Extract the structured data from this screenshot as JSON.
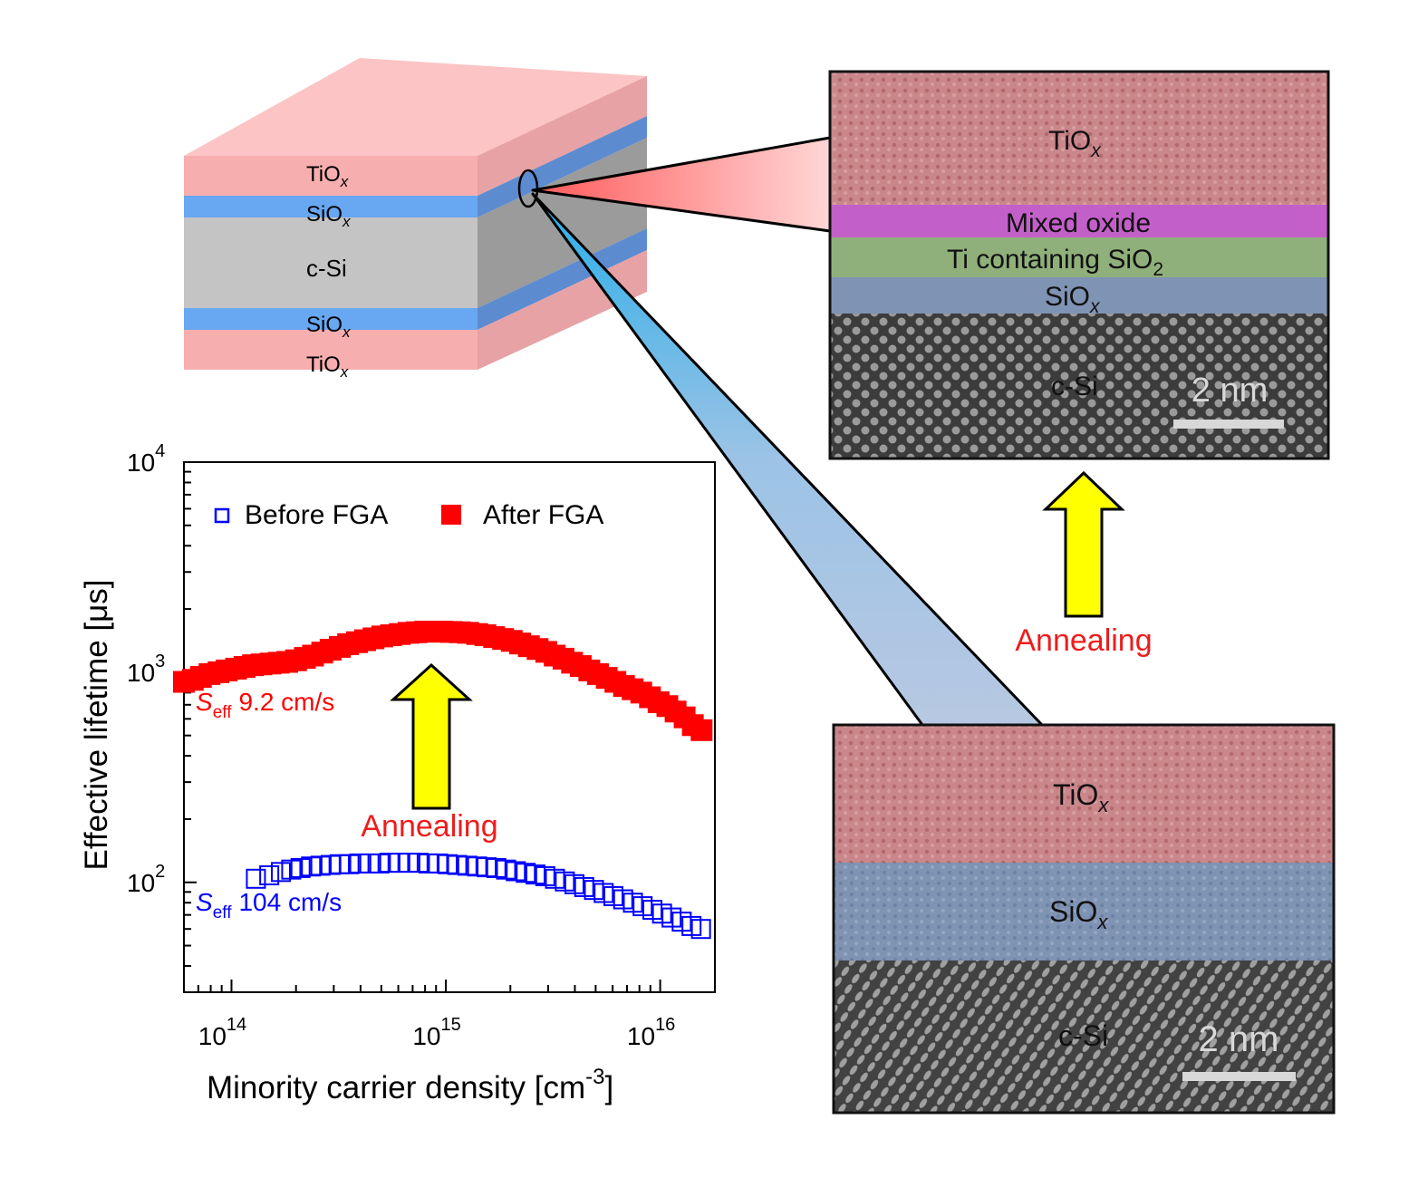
{
  "stack": {
    "layers": [
      "TiOx",
      "SiOx",
      "c-Si",
      "SiOx",
      "TiOx"
    ],
    "label_top_tio": "TiO",
    "label_top_sio": "SiO",
    "label_csi": "c-Si",
    "label_bot_sio": "SiO",
    "label_bot_tio": "TiO",
    "sub_x": "x"
  },
  "tem_after": {
    "label_tio": "TiO",
    "label_mixed": "Mixed oxide",
    "label_ti_sio2": "Ti containing SiO",
    "sub_2": "2",
    "label_sio": "SiO",
    "label_csi": "c-Si",
    "scale_bar": "2 nm",
    "sub_x": "x"
  },
  "tem_before": {
    "label_tio": "TiO",
    "label_sio": "SiO",
    "label_csi": "c-Si",
    "scale_bar": "2 nm",
    "sub_x": "x"
  },
  "annealing_label_tem": "Annealing",
  "annealing_label_chart": "Annealing",
  "colors": {
    "after": "#ff0000",
    "before": "#0000ff",
    "arrow_fill": "#ffff00",
    "tio": "#f4a5a5",
    "sio": "#6ea8f0",
    "csi": "#c4c4c4"
  },
  "chart_data": {
    "type": "scatter",
    "xlabel": "Minority carrier density [cm",
    "xlabel_sup": "-3",
    "xlabel_end": "]",
    "ylabel": "Effective lifetime [μs]",
    "x_scale": "log",
    "y_scale": "log",
    "xlim": [
      60000000000000.0,
      1.8e+16
    ],
    "ylim": [
      30,
      10000
    ],
    "x_ticks": [
      {
        "value": 100000000000000.0,
        "base": "10",
        "exp": "14"
      },
      {
        "value": 1000000000000000.0,
        "base": "10",
        "exp": "15"
      },
      {
        "value": 1e+16,
        "base": "10",
        "exp": "16"
      }
    ],
    "y_ticks": [
      {
        "value": 100,
        "base": "10",
        "exp": "2"
      },
      {
        "value": 1000,
        "base": "10",
        "exp": "3"
      },
      {
        "value": 10000,
        "base": "10",
        "exp": "4"
      }
    ],
    "legend": {
      "placement": "top-left",
      "before_label": "Before FGA",
      "after_label": "After FGA"
    },
    "annotations": {
      "after_seff_s": "S",
      "after_seff_sub": "eff",
      "after_seff_value": "9.2 cm/s",
      "before_seff_s": "S",
      "before_seff_sub": "eff",
      "before_seff_value": "104 cm/s"
    },
    "series": [
      {
        "name": "After FGA",
        "marker": "filled-square",
        "x": [
          60000000000000.0,
          66000000000000.0,
          72000000000000.0,
          79000000000000.0,
          87000000000000.0,
          95000000000000.0,
          105000000000000.0,
          115000000000000.0,
          126000000000000.0,
          138000000000000.0,
          152000000000000.0,
          166000000000000.0,
          182000000000000.0,
          200000000000000.0,
          220000000000000.0,
          240000000000000.0,
          265000000000000.0,
          290000000000000.0,
          320000000000000.0,
          350000000000000.0,
          385000000000000.0,
          420000000000000.0,
          460000000000000.0,
          505000000000000.0,
          555000000000000.0,
          610000000000000.0,
          670000000000000.0,
          730000000000000.0,
          800000000000000.0,
          880000000000000.0,
          960000000000000.0,
          1060000000000000.0,
          1160000000000000.0,
          1270000000000000.0,
          1400000000000000.0,
          1530000000000000.0,
          1680000000000000.0,
          1850000000000000.0,
          2030000000000000.0,
          2220000000000000.0,
          2440000000000000.0,
          2680000000000000.0,
          2940000000000000.0,
          3220000000000000.0,
          3540000000000000.0,
          3880000000000000.0,
          4260000000000000.0,
          4670000000000000.0,
          5130000000000000.0,
          5630000000000000.0,
          6180000000000000.0,
          6780000000000000.0,
          7440000000000000.0,
          8160000000000000.0,
          8960000000000000.0,
          9830000000000000.0,
          1.08e+16,
          1.18e+16,
          1.3e+16,
          1.42e+16,
          1.56e+16
        ],
        "y": [
          900,
          920,
          950,
          980,
          1000,
          1020,
          1040,
          1060,
          1080,
          1090,
          1100,
          1110,
          1120,
          1140,
          1170,
          1200,
          1240,
          1280,
          1320,
          1360,
          1390,
          1420,
          1450,
          1480,
          1500,
          1520,
          1540,
          1550,
          1560,
          1560,
          1560,
          1555,
          1550,
          1540,
          1520,
          1500,
          1470,
          1440,
          1410,
          1370,
          1330,
          1290,
          1250,
          1200,
          1160,
          1110,
          1070,
          1020,
          980,
          940,
          900,
          860,
          830,
          800,
          760,
          720,
          690,
          650,
          610,
          560,
          530
        ]
      },
      {
        "name": "Before FGA",
        "marker": "open-square",
        "x": [
          130000000000000.0,
          150000000000000.0,
          170000000000000.0,
          190000000000000.0,
          210000000000000.0,
          235000000000000.0,
          260000000000000.0,
          290000000000000.0,
          320000000000000.0,
          355000000000000.0,
          395000000000000.0,
          440000000000000.0,
          490000000000000.0,
          545000000000000.0,
          605000000000000.0,
          670000000000000.0,
          745000000000000.0,
          830000000000000.0,
          920000000000000.0,
          1020000000000000.0,
          1130000000000000.0,
          1260000000000000.0,
          1400000000000000.0,
          1550000000000000.0,
          1720000000000000.0,
          1910000000000000.0,
          2120000000000000.0,
          2360000000000000.0,
          2620000000000000.0,
          2910000000000000.0,
          3230000000000000.0,
          3590000000000000.0,
          3980000000000000.0,
          4420000000000000.0,
          4910000000000000.0,
          5450000000000000.0,
          6050000000000000.0,
          6720000000000000.0,
          7460000000000000.0,
          8280000000000000.0,
          9200000000000000.0,
          1.02e+16,
          1.13e+16,
          1.26e+16,
          1.4e+16,
          1.55e+16
        ],
        "y": [
          104,
          108,
          112,
          115,
          117,
          119,
          120,
          121,
          122,
          122,
          123,
          123,
          123,
          124,
          124,
          124,
          124,
          123,
          123,
          122,
          121,
          120,
          119,
          118,
          117,
          115,
          113,
          111,
          109,
          107,
          104,
          101,
          98,
          95,
          92,
          89,
          86,
          83,
          80,
          77,
          74,
          71,
          68,
          65,
          62,
          60
        ]
      }
    ]
  }
}
